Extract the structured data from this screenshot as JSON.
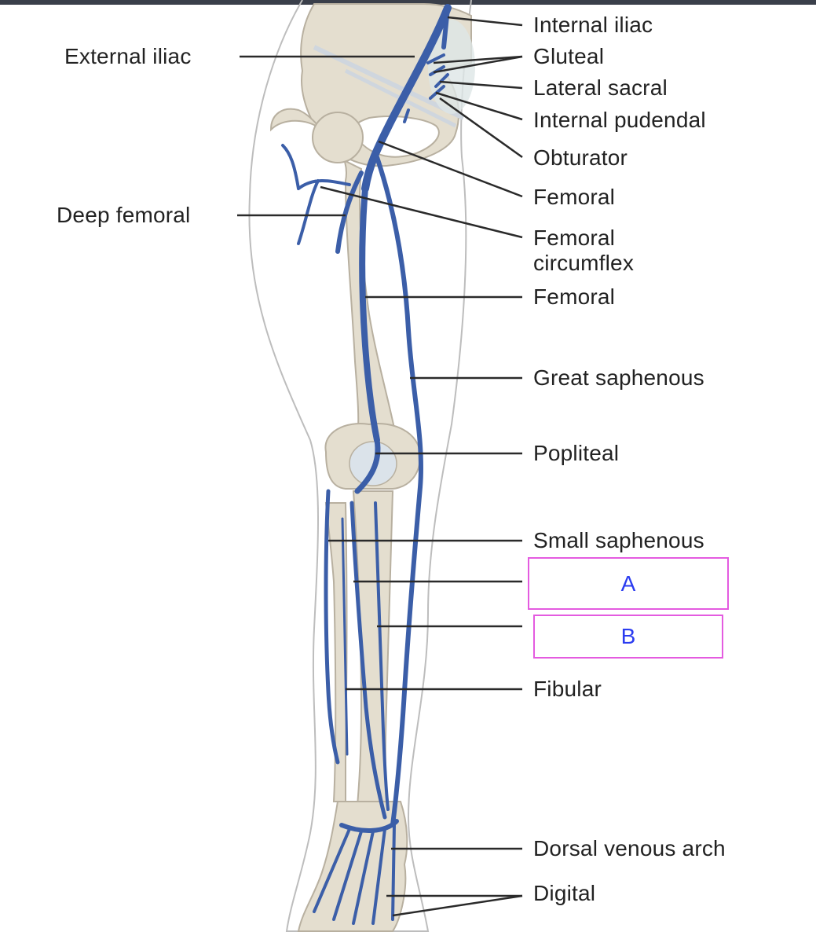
{
  "labels": {
    "internal_iliac": "Internal iliac",
    "external_iliac": "External iliac",
    "gluteal": "Gluteal",
    "lateral_sacral": "Lateral sacral",
    "internal_pudendal": "Internal pudendal",
    "obturator": "Obturator",
    "femoral_upper": "Femoral",
    "deep_femoral": "Deep femoral",
    "femoral_circumflex_1": "Femoral",
    "femoral_circumflex_2": "circumflex",
    "femoral_lower": "Femoral",
    "great_saphenous": "Great saphenous",
    "popliteal": "Popliteal",
    "small_saphenous": "Small saphenous",
    "fibular": "Fibular",
    "dorsal_venous_arch": "Dorsal venous arch",
    "digital": "Digital"
  },
  "answer_boxes": {
    "a": "A",
    "b": "B"
  },
  "colors": {
    "vein": "#3b5ea8",
    "bone": "#e4decf",
    "bone_edge": "#b8b0a0",
    "leader": "#2a2a2a",
    "box_border": "#e45be0",
    "box_text": "#2b3cf0"
  }
}
